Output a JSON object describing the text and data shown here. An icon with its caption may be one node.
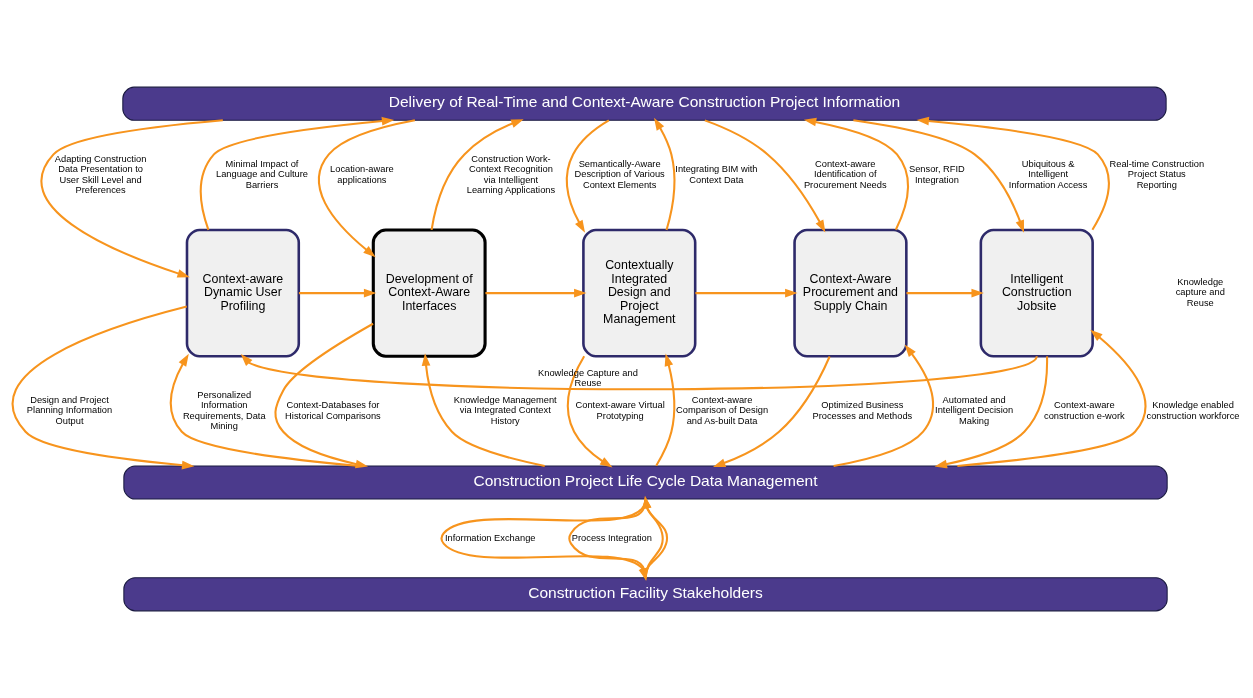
{
  "diagram": {
    "nodes": [
      {
        "text": [
          "Delivery of Real-Time and Context-Aware Construction Project Information"
        ]
      },
      {
        "text": [
          "Context-aware Dynamic User Profiling"
        ]
      },
      {
        "text": [
          "Development of Context-Aware Interfaces"
        ]
      },
      {
        "text": [
          "Contextually Integrated Design and Project Management"
        ]
      },
      {
        "text": [
          "Context-Aware Procurement and Supply Chain"
        ]
      },
      {
        "text": [
          "Intelligent Construction Jobsite"
        ]
      },
      {
        "text": [
          "Construction Project Life Cycle Data Management"
        ]
      },
      {
        "text": [
          "Construction Facility Stakeholders"
        ]
      }
    ],
    "edges": [
      {
        "from": 0,
        "to": 1,
        "arrow": "to",
        "label": "Adapting Construction Data Presentation to User Skill Level and Preferences"
      },
      {
        "from": 1,
        "to": 0,
        "arrow": "to",
        "label": "Minimal Impact of Language and Culture Barriers"
      },
      {
        "from": 0,
        "to": 2,
        "arrow": "to",
        "label": "Location-aware applications"
      },
      {
        "from": 2,
        "to": 0,
        "arrow": "to",
        "label": "Construction Work-Context Recognition via Intelligent Learning Applications"
      },
      {
        "from": 0,
        "to": 3,
        "arrow": "to",
        "label": "Semantically-Aware Description of Various Context Elements"
      },
      {
        "from": 3,
        "to": 0,
        "arrow": "to",
        "label": "Integrating BIM with Context Data"
      },
      {
        "from": 0,
        "to": 4,
        "arrow": "to",
        "label": "Context-aware Identification of Procurement Needs"
      },
      {
        "from": 4,
        "to": 0,
        "arrow": "to",
        "label": "Sensor, RFID Integration"
      },
      {
        "from": 0,
        "to": 5,
        "arrow": "to",
        "label": "Ubiquitous & Intelligent Information Access"
      },
      {
        "from": 5,
        "to": 0,
        "arrow": "to",
        "label": "Real-time Construction Project Status Reporting"
      },
      {
        "from": 1,
        "to": 2,
        "arrow": "to"
      },
      {
        "from": 2,
        "to": 3,
        "arrow": "to"
      },
      {
        "from": 3,
        "to": 4,
        "arrow": "to"
      },
      {
        "from": 4,
        "to": 5,
        "arrow": "to"
      },
      {
        "from": 5,
        "to": 1,
        "arrow": "to",
        "label": "Knowledge Capture and Reuse"
      },
      {
        "from": 1,
        "to": 6,
        "arrow": "to",
        "label": "Design and Project Planning Information Output"
      },
      {
        "from": 6,
        "to": 1,
        "arrow": "to",
        "label": "Personalized Information Requirements, Data Mining"
      },
      {
        "from": 2,
        "to": 6,
        "arrow": "to",
        "label": "Context-Databases for Historical Comparisons"
      },
      {
        "from": 6,
        "to": 2,
        "arrow": "to",
        "label": "Knowledge Management via Integrated Context History"
      },
      {
        "from": 3,
        "to": 6,
        "arrow": "to",
        "label": "Context-aware Virtual Prototyping"
      },
      {
        "from": 6,
        "to": 3,
        "arrow": "to",
        "label": "Context-aware Comparison of Design and As-built Data"
      },
      {
        "from": 4,
        "to": 6,
        "arrow": "to",
        "label": "Optimized Business Processes and Methods"
      },
      {
        "from": 6,
        "to": 4,
        "arrow": "to",
        "label": "Automated and Intelligent Decision Making"
      },
      {
        "from": 5,
        "to": 6,
        "arrow": "to",
        "label": "Context-aware construction e-work"
      },
      {
        "from": 6,
        "to": 5,
        "arrow": "to",
        "label": "Knowledge enabled construction workforce"
      },
      {
        "from": 6,
        "to": 7,
        "arrow": "to",
        "label": "Information Exchange"
      },
      {
        "from": 7,
        "to": 6,
        "arrow": "to"
      },
      {
        "from": 6,
        "to": 7,
        "arrow": "to",
        "label": "Process Integration"
      },
      {
        "from": 7,
        "to": 6,
        "arrow": "to"
      }
    ],
    "labels": [
      "Knowledge capture and Reuse"
    ]
  }
}
